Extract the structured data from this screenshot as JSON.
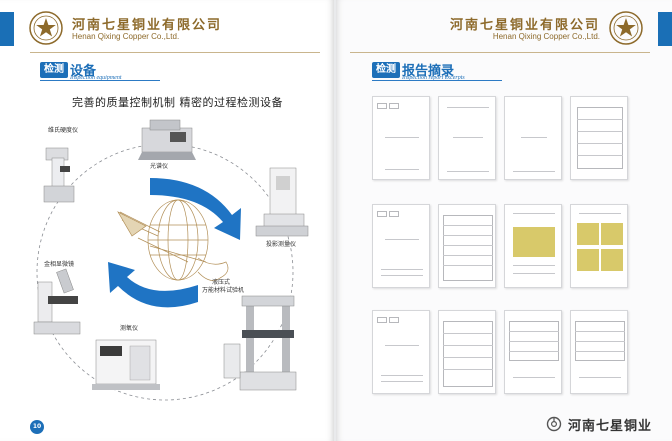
{
  "brand": {
    "cn": "河南七星铜业有限公司",
    "en": "Henan Qixing Copper Co.,Ltd."
  },
  "left_page": {
    "section_badge": "检测",
    "section_title": "设备",
    "section_subtitle": "Inspection equipment",
    "slogan": "完善的质量控制机制  精密的过程检测设备",
    "equipment": {
      "hardness": "维氏硬度仪",
      "spectrometer": "光谱仪",
      "projector": "投影测量仪",
      "microscope": "金相显微镜",
      "tensile": "液压式\n万能材料试验机",
      "tensile_line1": "液压式",
      "tensile_line2": "万能材料试验机",
      "water": "测氧仪"
    },
    "page_number": "10"
  },
  "right_page": {
    "section_badge": "检测",
    "section_title": "报告摘录",
    "section_subtitle": "Inspection report excerpts"
  },
  "watermark": {
    "text": "河南七星铜业",
    "icon": "wechat-official-account-icon"
  },
  "colors": {
    "accent_blue": "#1d6fb8",
    "brand_gold": "#8d6a2b",
    "arrow_blue": "#1f74c4"
  }
}
